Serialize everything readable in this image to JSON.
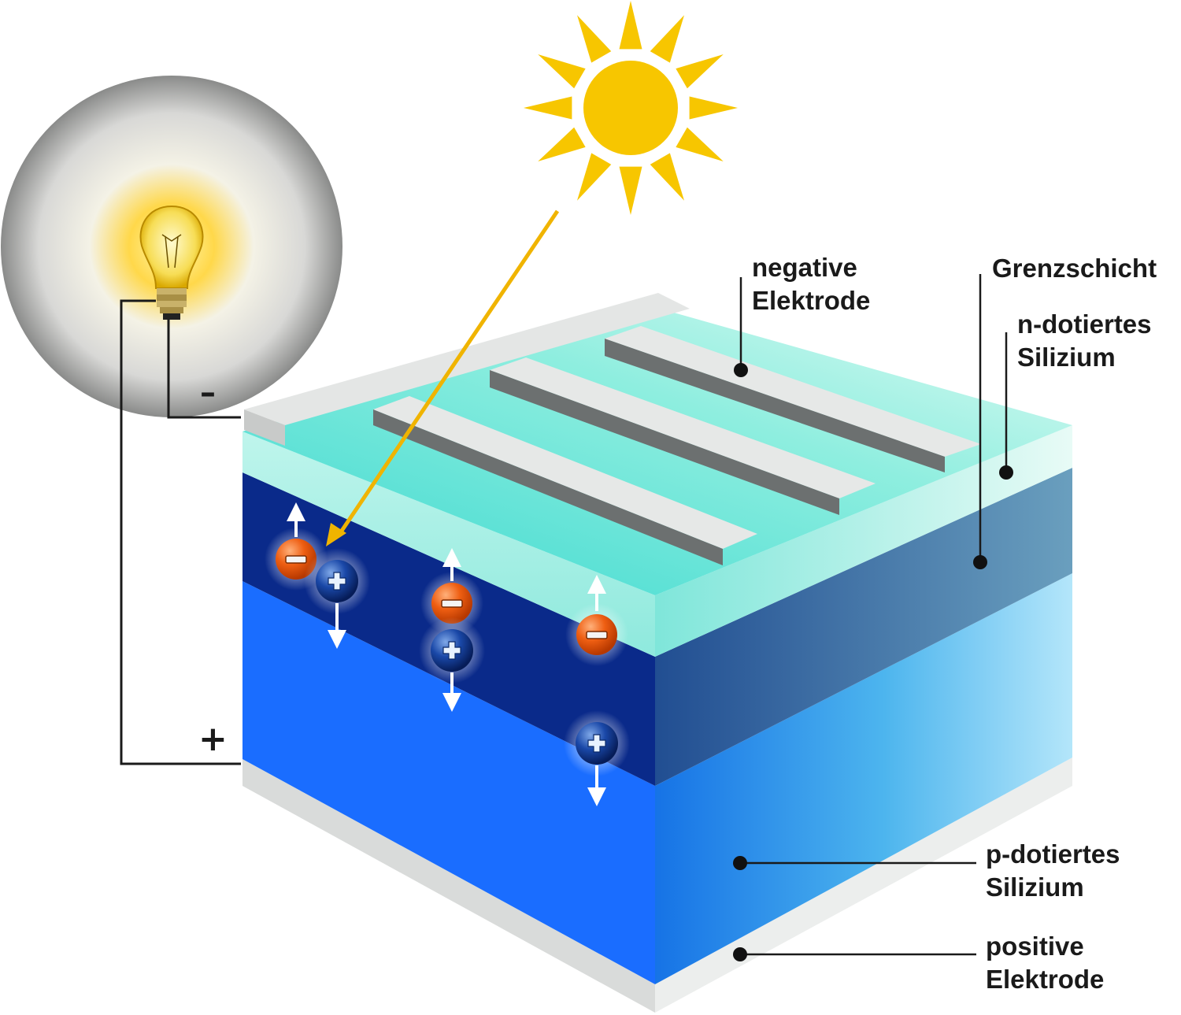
{
  "labels": {
    "negative_electrode": [
      "negative",
      "Elektrode"
    ],
    "junction": "Grenzschicht",
    "n_silicon": [
      "n-dotiertes",
      "Silizium"
    ],
    "p_silicon": [
      "p-dotiertes",
      "Silizium"
    ],
    "positive_electrode": [
      "positive",
      "Elektrode"
    ]
  },
  "terminals": {
    "minus": "–",
    "plus": "+"
  },
  "colors": {
    "sun": "#f7c600",
    "light_ray": "#f0b400",
    "electrode": "#dcdedd",
    "finger_shadow": "#707474",
    "n_layer_top": "#5fded4",
    "n_layer_side": "#a9f0e6",
    "junction_front": "#0a2a8a",
    "p_layer_front": "#1a6dff",
    "electron": "#e85a10",
    "hole": "#0e3a9c"
  },
  "icons": [
    "sun-icon",
    "light-bulb-icon",
    "electron-icon",
    "hole-icon"
  ]
}
